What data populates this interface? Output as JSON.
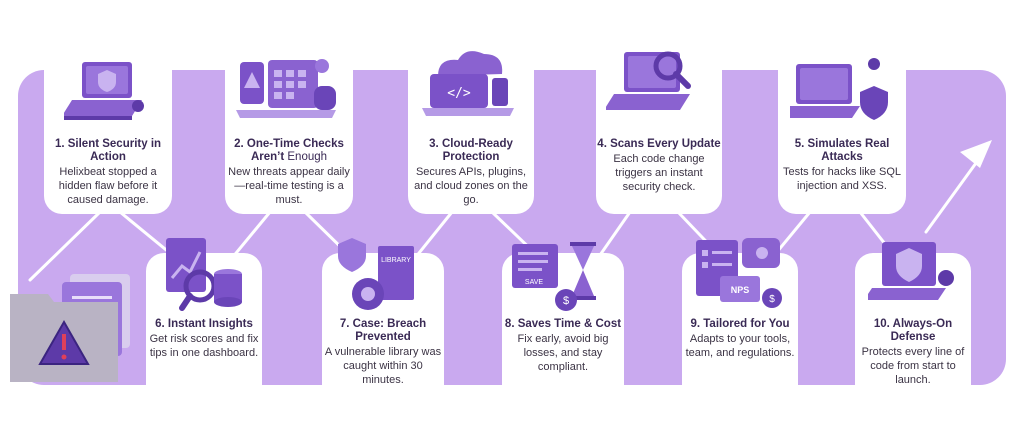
{
  "accent": "#7b52c8",
  "band_color": "#c9a9ef",
  "steps": [
    {
      "num": "1.",
      "title": "Silent Security in Action",
      "title_rest": "",
      "desc": "Helixbeat stopped a hidden flaw before it caused damage.",
      "icon": "laptop-shield-bug-icon"
    },
    {
      "num": "2.",
      "title": "One-Time Checks Aren’t",
      "title_rest": " Enough",
      "desc": "New threats appear daily—real-time testing is a must.",
      "icon": "calendar-alert-icon"
    },
    {
      "num": "3.",
      "title": "Cloud-Ready Protection",
      "title_rest": "",
      "desc": "Secures APIs, plugins, and cloud zones on the go.",
      "icon": "cloud-code-icon"
    },
    {
      "num": "4.",
      "title": "Scans Every Update",
      "title_rest": "",
      "desc": "Each code change triggers an instant security check.",
      "icon": "laptop-magnifier-icon"
    },
    {
      "num": "5.",
      "title": "Simulates Real Attacks",
      "title_rest": "",
      "desc": "Tests for hacks like SQL injection and XSS.",
      "icon": "laptop-shield-icon"
    },
    {
      "num": "6.",
      "title": "Instant Insights",
      "title_rest": "",
      "desc": "Get risk scores and fix tips in one dashboard.",
      "icon": "chart-database-icon"
    },
    {
      "num": "7.",
      "title": "Case: Breach Prevented",
      "title_rest": "",
      "desc": "A vulnerable library was caught within 30 minutes.",
      "icon": "library-shield-icon"
    },
    {
      "num": "8.",
      "title": "Saves Time & Cost",
      "title_rest": "",
      "desc": "Fix early, avoid big losses, and stay compliant.",
      "icon": "hourglass-coins-icon"
    },
    {
      "num": "9.",
      "title": "Tailored for You",
      "title_rest": "",
      "desc": "Adapts to your tools, team, and regulations.",
      "icon": "clipboard-nps-icon"
    },
    {
      "num": "10.",
      "title": "Always-On Defense",
      "title_rest": "",
      "desc": "Protects every line of code from start to launch.",
      "icon": "laptop-shield-check-icon"
    }
  ],
  "nps_label": "NPS",
  "save_label": "SAVE",
  "library_label": "LIBRARY"
}
